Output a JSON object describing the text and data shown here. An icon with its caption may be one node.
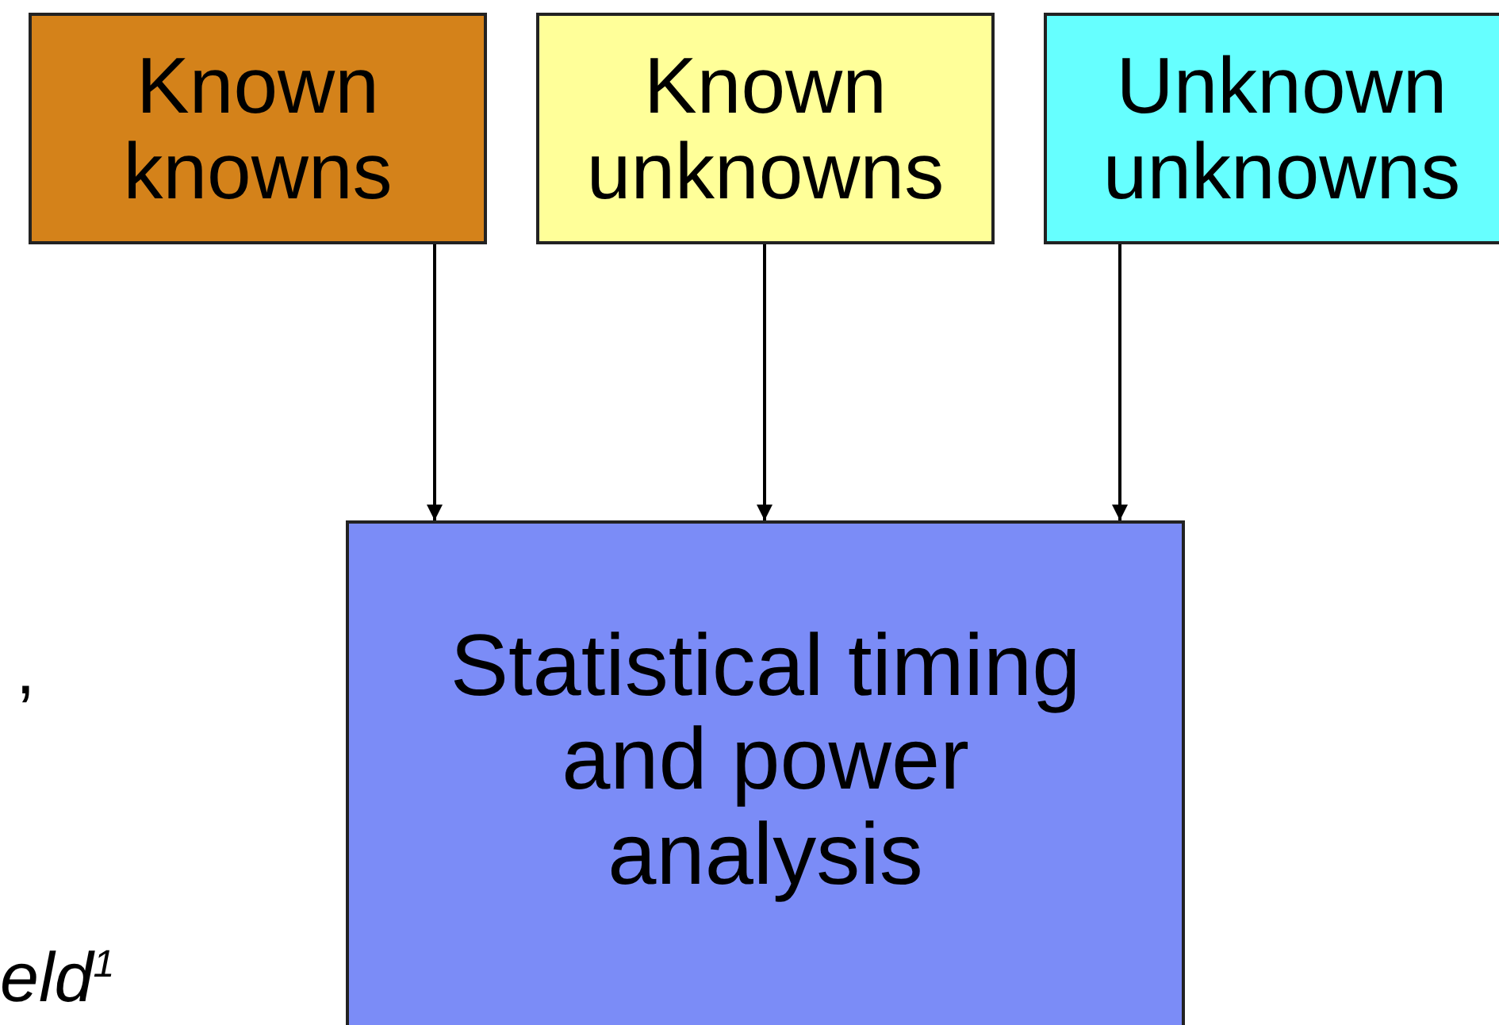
{
  "diagram": {
    "nodes": [
      {
        "text": [
          "Known knowns"
        ]
      },
      {
        "text": [
          "Known unknowns"
        ]
      },
      {
        "text": [
          "Unknown unknowns"
        ]
      },
      {
        "text": [
          "Statistical timing and power analysis"
        ]
      }
    ],
    "edges": [
      {
        "from": 0,
        "to": 3,
        "arrow": "to"
      },
      {
        "from": 1,
        "to": 3,
        "arrow": "to"
      },
      {
        "from": 2,
        "to": 3,
        "arrow": "to"
      }
    ],
    "labels": [
      ",",
      "eld$^{1}$"
    ]
  }
}
